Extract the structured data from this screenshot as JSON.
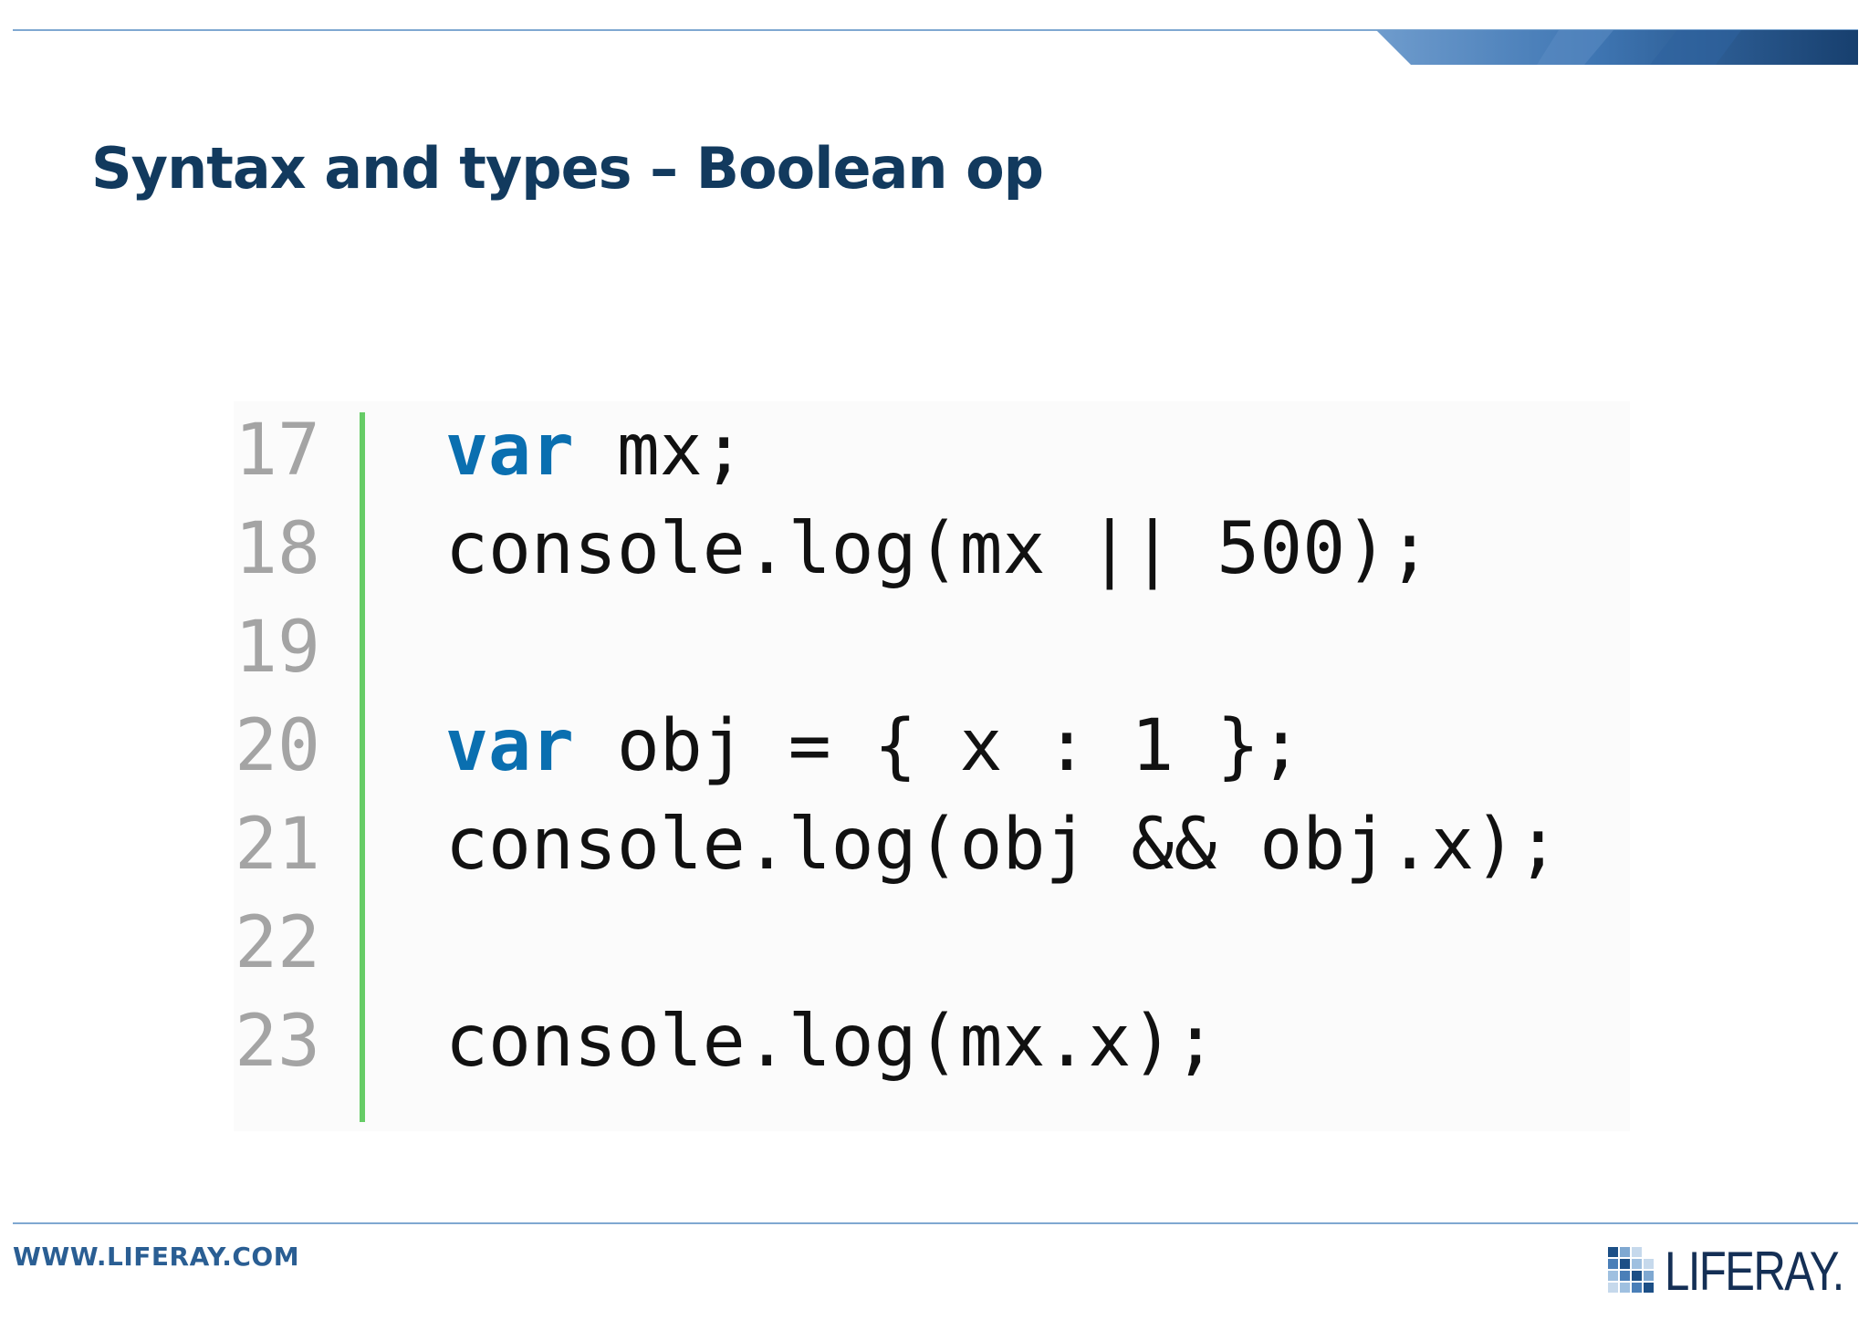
{
  "slide": {
    "title": "Syntax and types – Boolean op"
  },
  "code": {
    "lines": [
      {
        "number": "17",
        "keyword": "var",
        "text": " mx;"
      },
      {
        "number": "18",
        "keyword": "",
        "text": "console.log(mx || 500);"
      },
      {
        "number": "19",
        "keyword": "",
        "text": ""
      },
      {
        "number": "20",
        "keyword": "var",
        "text": " obj = { x : 1 };"
      },
      {
        "number": "21",
        "keyword": "",
        "text": "console.log(obj && obj.x);"
      },
      {
        "number": "22",
        "keyword": "",
        "text": ""
      },
      {
        "number": "23",
        "keyword": "",
        "text": "console.log(mx.x);"
      }
    ],
    "colors": {
      "keyword": "#0a6fb0",
      "gutter_bar": "#66cc66",
      "line_number": "#a4a4a4"
    }
  },
  "footer": {
    "url": "WWW.LIFERAY.COM",
    "logo_text": "LIFERAY."
  },
  "colors": {
    "title": "#123a5e",
    "rule": "#7fa8d1",
    "band_dark": "#1c4f86",
    "band_light": "#4a7fb8"
  }
}
